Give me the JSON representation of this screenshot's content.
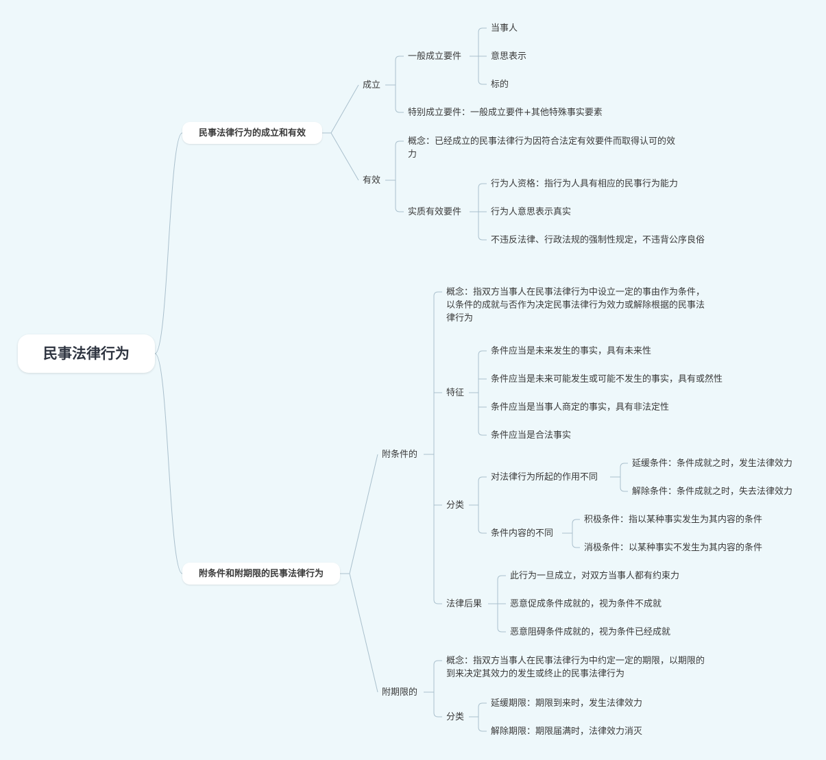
{
  "mindmap": {
    "root": "民事法律行为",
    "branch1": {
      "title": "民事法律行为的成立和有效",
      "chengli": {
        "label": "成立",
        "general": {
          "label": "一般成立要件",
          "items": [
            "当事人",
            "意思表示",
            "标的"
          ]
        },
        "special": "特别成立要件：一般成立要件+其他特殊事实要素"
      },
      "youxiao": {
        "label": "有效",
        "concept": "概念：已经成立的民事法律行为因符合法定有效要件而取得认可的效力",
        "substantive": {
          "label": "实质有效要件",
          "items": [
            "行为人资格：指行为人具有相应的民事行为能力",
            "行为人意思表示真实",
            "不违反法律、行政法规的强制性规定，不违背公序良俗"
          ]
        }
      }
    },
    "branch2": {
      "title": "附条件和附期限的民事法律行为",
      "conditional": {
        "label": "附条件的",
        "concept": "概念：指双方当事人在民事法律行为中设立一定的事由作为条件，以条件的成就与否作为决定民事法律行为效力或解除根据的民事法律行为",
        "features": {
          "label": "特征",
          "items": [
            "条件应当是未来发生的事实，具有未来性",
            "条件应当是未来可能发生或可能不发生的事实，具有或然性",
            "条件应当是当事人商定的事实，具有非法定性",
            "条件应当是合法事实"
          ]
        },
        "classification": {
          "label": "分类",
          "by_effect": {
            "label": "对法律行为所起的作用不同",
            "items": [
              "延缓条件：条件成就之时，发生法律效力",
              "解除条件：条件成就之时，失去法律效力"
            ]
          },
          "by_content": {
            "label": "条件内容的不同",
            "items": [
              "积极条件：指以某种事实发生为其内容的条件",
              "消极条件：以某种事实不发生为其内容的条件"
            ]
          }
        },
        "consequences": {
          "label": "法律后果",
          "items": [
            "此行为一旦成立，对双方当事人都有约束力",
            "恶意促成条件成就的，视为条件不成就",
            "恶意阻碍条件成就的，视为条件已经成就"
          ]
        }
      },
      "term": {
        "label": "附期限的",
        "concept": "概念：指双方当事人在民事法律行为中约定一定的期限，以期限的到来决定其效力的发生或终止的民事法律行为",
        "classification": {
          "label": "分类",
          "items": [
            "延缓期限：期限到来时，发生法律效力",
            "解除期限：期限届满时，法律效力消灭"
          ]
        }
      }
    }
  }
}
